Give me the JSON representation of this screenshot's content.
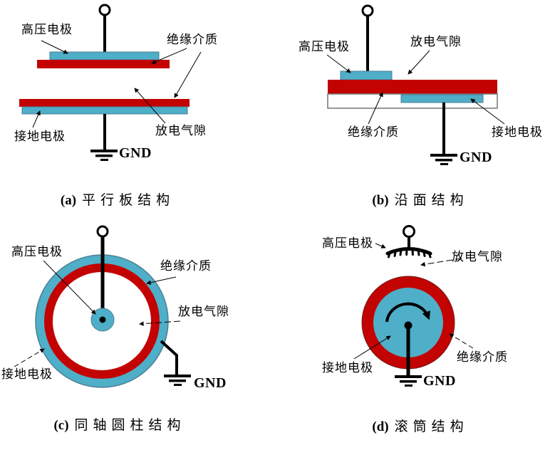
{
  "figure": {
    "description_labels": {
      "hv": "高压电极",
      "dielectric": "绝缘介质",
      "ground": "接地电极",
      "gap": "放电气隙",
      "gnd": "GND"
    },
    "panels": {
      "a": {
        "letter": "(a)",
        "title": "平行板结构"
      },
      "b": {
        "letter": "(b)",
        "title": "沿面结构"
      },
      "c": {
        "letter": "(c)",
        "title": "同轴圆柱结构"
      },
      "d": {
        "letter": "(d)",
        "title": "滚筒结构"
      }
    }
  },
  "colors": {
    "electrode_blue": "#4FAEC8",
    "dielectric_red": "#C30202",
    "outline": "#555555",
    "ink": "#111111"
  }
}
